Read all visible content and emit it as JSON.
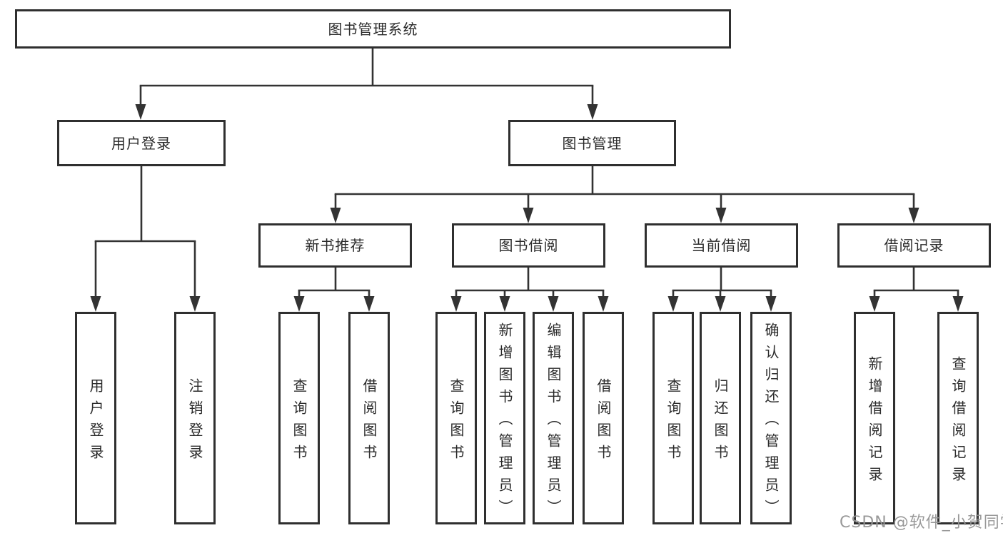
{
  "diagram": {
    "root": "图书管理系统",
    "branches": {
      "user_login": {
        "label": "用户登录",
        "children": [
          "用户登录",
          "注销登录"
        ]
      },
      "book_mgmt": {
        "label": "图书管理",
        "sections": [
          {
            "label": "新书推荐",
            "children": [
              "查询图书",
              "借阅图书"
            ]
          },
          {
            "label": "图书借阅",
            "children": [
              "查询图书",
              "新增图书（管理员）",
              "编辑图书（管理员）",
              "借阅图书"
            ]
          },
          {
            "label": "当前借阅",
            "children": [
              "查询图书",
              "归还图书",
              "确认归还（管理员）"
            ]
          },
          {
            "label": "借阅记录",
            "children": [
              "新增借阅记录",
              "查询借阅记录"
            ]
          }
        ]
      }
    }
  },
  "watermark": {
    "text": "CSDN @软件_小贺同学"
  },
  "colors": {
    "line": "#333333",
    "box_border": "#2f2f2f",
    "text": "#2b2b2b",
    "watermark": "#949494",
    "background": "#ffffff"
  }
}
